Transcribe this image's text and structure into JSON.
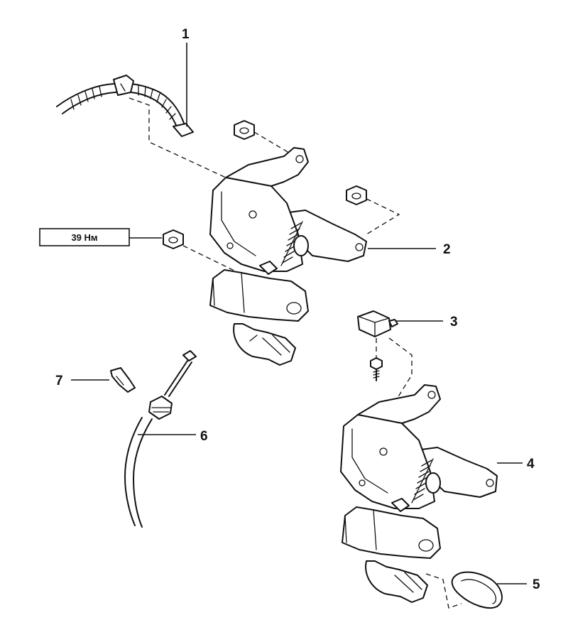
{
  "diagram": {
    "torque_label": "39 Нм",
    "callouts": [
      {
        "id": "1",
        "text": "1"
      },
      {
        "id": "2",
        "text": "2"
      },
      {
        "id": "3",
        "text": "3"
      },
      {
        "id": "4",
        "text": "4"
      },
      {
        "id": "5",
        "text": "5"
      },
      {
        "id": "6",
        "text": "6"
      },
      {
        "id": "7",
        "text": "7"
      }
    ]
  }
}
